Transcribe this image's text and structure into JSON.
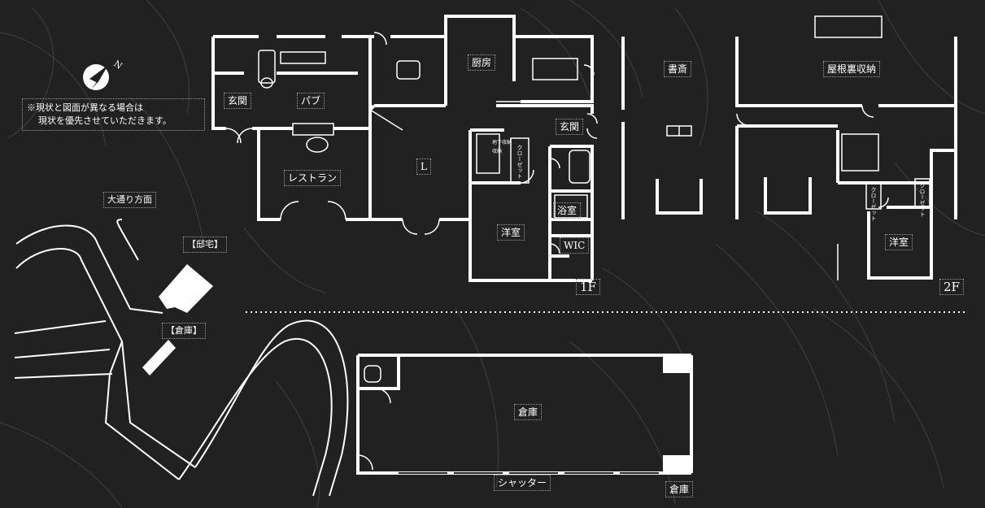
{
  "notice": {
    "line1": "※現状と図面が異なる場合は",
    "line2": "現状を優先させていただきます。"
  },
  "compass": {
    "north_label": "N"
  },
  "site_map": {
    "road_label": "大通り方面",
    "residence_label": "【邸宅】",
    "warehouse_label": "【倉庫】"
  },
  "floor1": {
    "level": "1F",
    "rooms": {
      "entrance_left": "玄関",
      "pub": "パブ",
      "kitchen": "厨房",
      "entrance_right": "玄関",
      "restaurant": "レストラン",
      "living": "L",
      "underfloor_storage": "地下収納",
      "storage": "収納",
      "closet": "クローゼット",
      "bath": "浴室",
      "western_room": "洋室",
      "wic": "WIC"
    }
  },
  "floor2": {
    "level": "2F",
    "rooms": {
      "study": "書斎",
      "attic_storage": "屋根裏収納",
      "western_room": "洋室",
      "closet_a": "クローゼット",
      "closet_b": "クローゼット"
    }
  },
  "warehouse": {
    "room": "倉庫",
    "shutter": "シャッター",
    "caption": "倉庫"
  },
  "colors": {
    "background": "#222121",
    "wall": "#ffffff",
    "leaf_lines": "#3a3a3a"
  }
}
